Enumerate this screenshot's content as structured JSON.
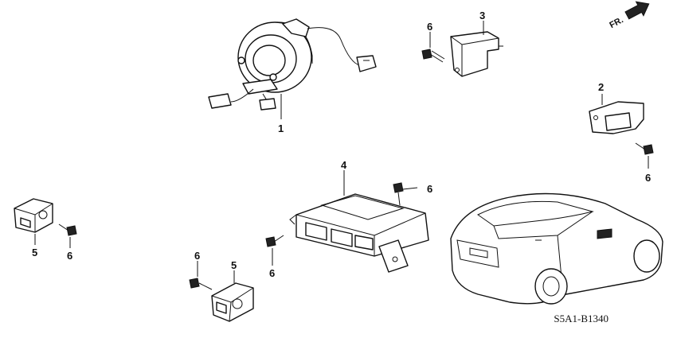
{
  "diagram": {
    "orientation_label": "FR.",
    "reference_code": "S5A1-B1340",
    "callouts": [
      "1",
      "2",
      "3",
      "4",
      "5",
      "6"
    ],
    "parts": [
      {
        "ref": "1",
        "name": "cable-reel"
      },
      {
        "ref": "2",
        "name": "side-impact-sensor"
      },
      {
        "ref": "3",
        "name": "side-impact-sensor"
      },
      {
        "ref": "4",
        "name": "srs-unit"
      },
      {
        "ref": "5",
        "name": "front-impact-sensor"
      },
      {
        "ref": "6",
        "name": "bolt"
      }
    ]
  }
}
